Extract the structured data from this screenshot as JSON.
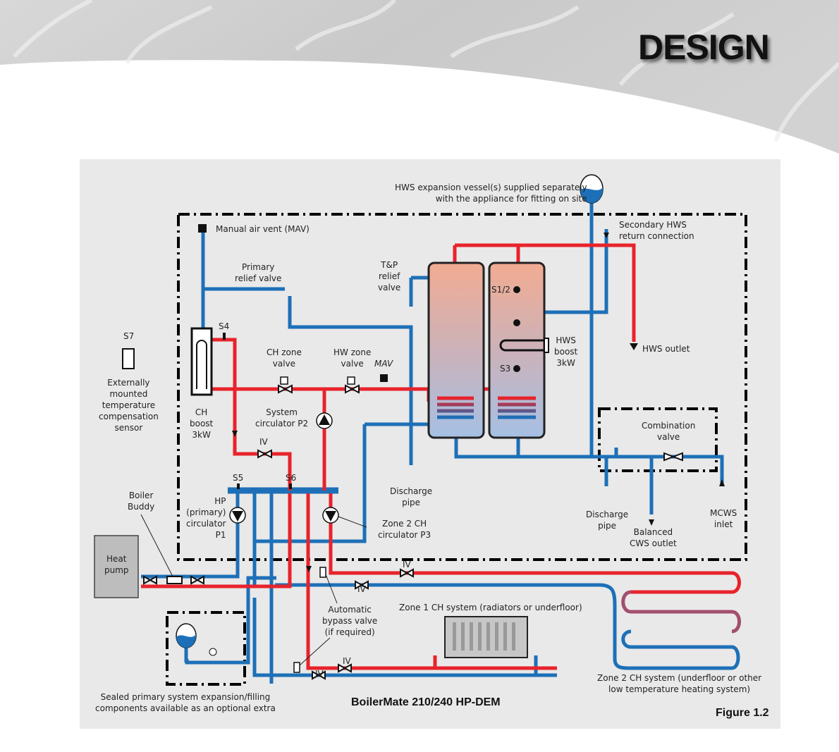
{
  "header": {
    "title": "DESIGN"
  },
  "figure": {
    "product_name": "BoilerMate 210/240 HP-DEM",
    "figure_label": "Figure 1.2",
    "colors": {
      "hot_pipe": "#e8232b",
      "cold_pipe": "#1d70b7",
      "panel_bg": "#e9e9e9",
      "tank_top": "#f2ab92",
      "tank_bottom": "#a6c0e4"
    },
    "labels": {
      "hws_expansion": "HWS expansion vessel(s) supplied separately\nwith the appliance for fitting on site",
      "manual_air_vent": "Manual air vent (MAV)",
      "secondary_hws_return": "Secondary HWS\nreturn connection",
      "primary_relief_valve": "Primary\nrelief valve",
      "tp_relief_valve": "T&P\nrelief\nvalve",
      "s1_2": "S1/2",
      "s3": "S3",
      "s4": "S4",
      "s5": "S5",
      "s6": "S6",
      "s7": "S7",
      "hws_boost": "HWS\nboost\n3kW",
      "hws_outlet": "HWS outlet",
      "ch_zone_valve": "CH zone\nvalve",
      "hw_zone_valve": "HW zone\nvalve",
      "mav": "MAV",
      "external_sensor": "Externally\nmounted\ntemperature\ncompensation\nsensor",
      "ch_boost": "CH\nboost\n3kW",
      "system_circulator": "System\ncirculator P2",
      "iv": "IV",
      "combination_valve": "Combination\nvalve",
      "discharge_pipe": "Discharge\npipe",
      "balanced_cws_outlet": "Balanced\nCWS outlet",
      "mcws_inlet": "MCWS\ninlet",
      "boiler_buddy": "Boiler\nBuddy",
      "hp_circulator": "HP\n(primary)\ncirculator\nP1",
      "zone2_circulator": "Zone 2 CH\ncirculator P3",
      "heat_pump": "Heat\npump",
      "automatic_bypass": "Automatic\nbypass valve\n(if required)",
      "zone1_system": "Zone 1 CH system (radiators or underfloor)",
      "zone2_system": "Zone 2 CH system (underfloor or other\nlow temperature heating system)",
      "sealed_primary": "Sealed primary system expansion/filling\ncomponents available as an optional extra"
    }
  },
  "footer": {
    "cut_text": "..."
  }
}
